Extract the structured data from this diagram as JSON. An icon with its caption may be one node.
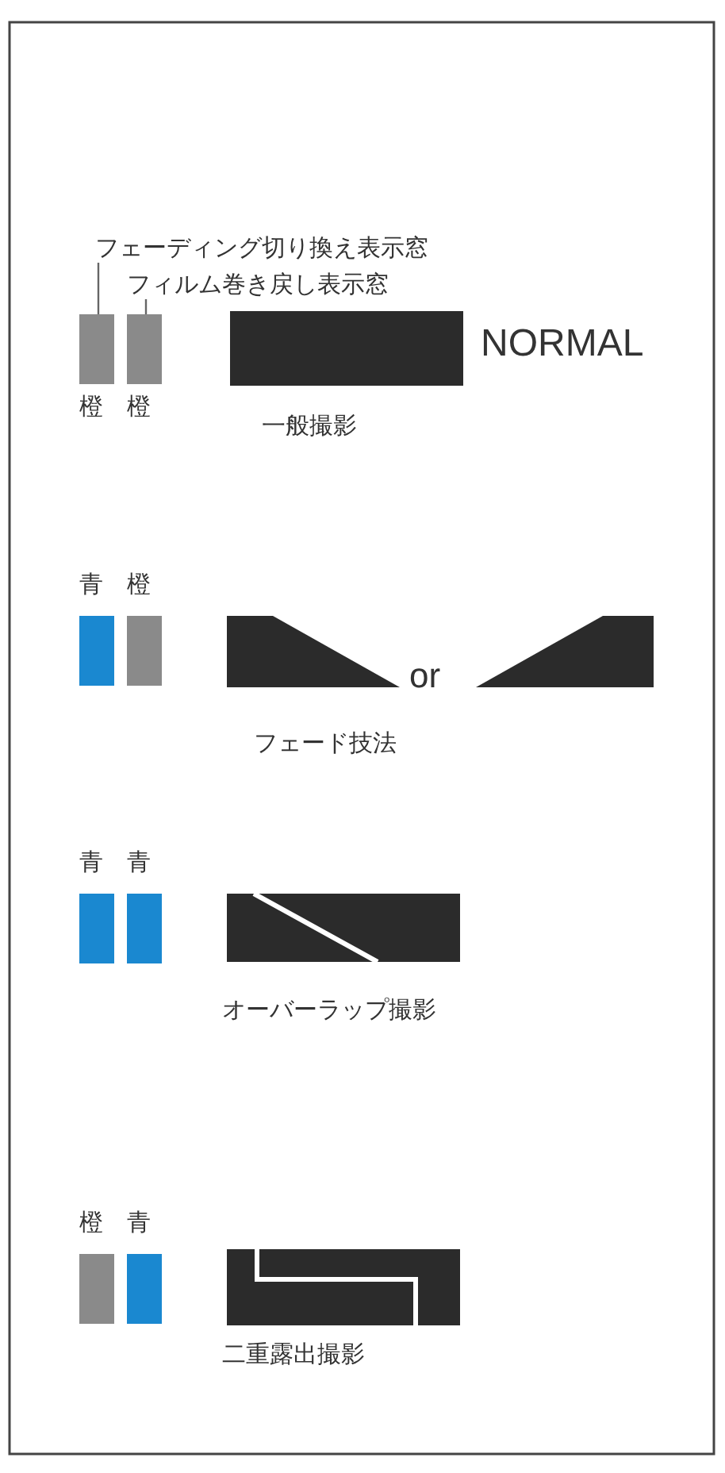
{
  "diagram": {
    "nodes": [
      {
        "text": [
          "フェーディング切り換え表示窓"
        ]
      },
      {
        "text": [
          "フィルム巻き戻し表示窓"
        ]
      },
      {
        "text": [],
        "shape": "box"
      },
      {
        "text": [],
        "shape": "box"
      }
    ],
    "edges": [
      {
        "from": 0,
        "to": 2,
        "arrow": "none"
      },
      {
        "from": 1,
        "to": 3,
        "arrow": "none"
      }
    ],
    "labels": [
      "橙",
      "橙",
      "NORMAL",
      "一般撮影",
      "青",
      "橙",
      "or",
      "フェード技法",
      "青",
      "青",
      "オーバーラップ撮影",
      "橙",
      "青",
      "二重露出撮影"
    ]
  }
}
